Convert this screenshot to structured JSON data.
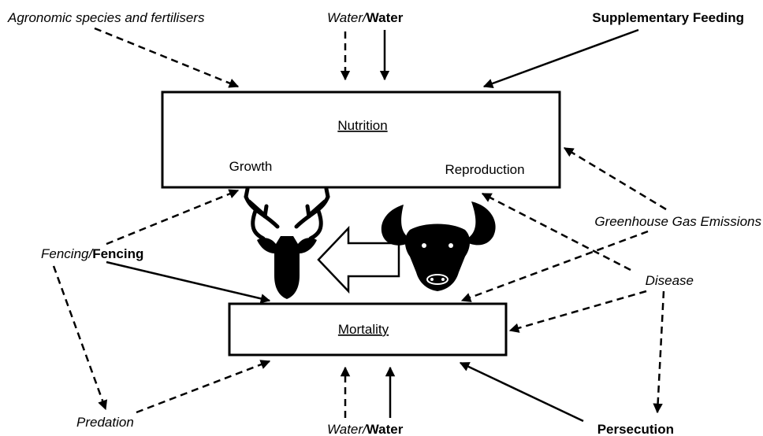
{
  "boxes": {
    "nutrition": {
      "title": "Nutrition",
      "growth": "Growth",
      "reproduction": "Reproduction"
    },
    "mortality": {
      "title": "Mortality"
    }
  },
  "labels": {
    "agronomic": "Agronomic species and fertilisers",
    "water_top_italic": "Water/",
    "water_top_bold": "Water",
    "supplementary_feeding": "Supplementary Feeding",
    "greenhouse": "Greenhouse  Gas Emissions",
    "fencing_italic": "Fencing/",
    "fencing_bold": "Fencing",
    "disease": "Disease",
    "predation": "Predation",
    "water_bottom_italic": "Water/",
    "water_bottom_bold": "Water",
    "persecution": "Persecution"
  },
  "legend_semantics": {
    "solid_arrow": "bold label driver",
    "dashed_arrow": "italic label driver"
  },
  "icons": [
    "deer-head-icon",
    "bull-head-icon",
    "hollow-left-arrow-icon"
  ]
}
